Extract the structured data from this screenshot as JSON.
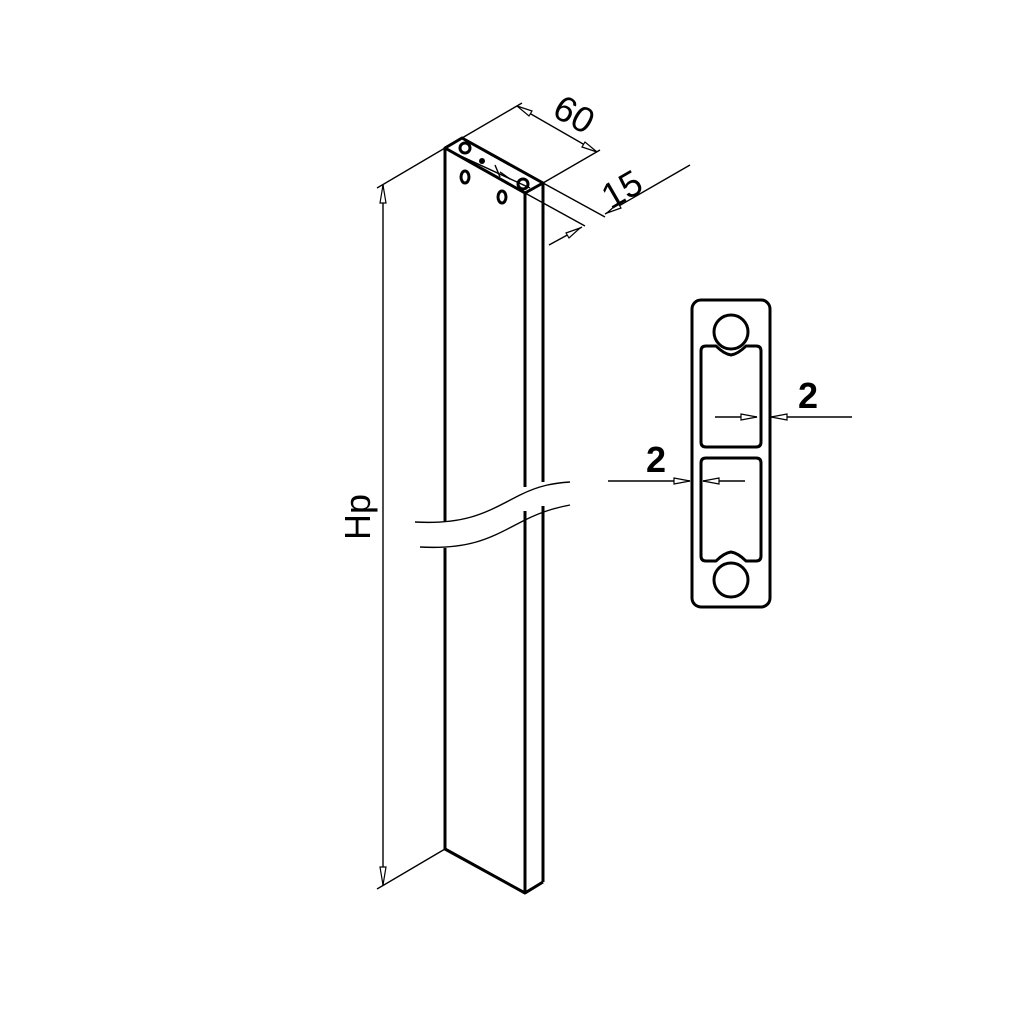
{
  "dimensions": {
    "height_label": "Hp",
    "width_label": "60",
    "depth_label": "15",
    "wall_thickness_outer_label": "2",
    "wall_thickness_inner_label": "2"
  },
  "colors": {
    "line": "#000000",
    "background": "#ffffff"
  }
}
